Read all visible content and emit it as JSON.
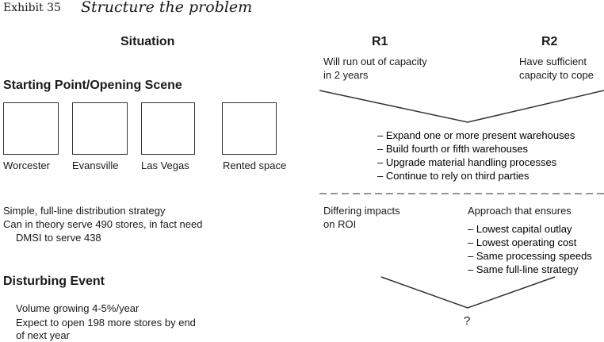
{
  "header": {
    "exhibit_label": "Exhibit 35",
    "title": "Structure the problem"
  },
  "situation": {
    "heading": "Situation",
    "starting_point_heading": "Starting Point/Opening Scene",
    "warehouses": [
      "Worcester",
      "Evansville",
      "Las Vegas",
      "Rented space"
    ],
    "strategy_lines": [
      "Simple, full-line distribution strategy",
      "Can in theory serve 490 stores, in fact need",
      "DMSI to serve 438"
    ],
    "disturbing_event_heading": "Disturbing Event",
    "event_lines": [
      "Volume growing 4-5%/year",
      "Expect to open 198 more stores by end",
      "of next year"
    ]
  },
  "resolutions": {
    "r1": {
      "label": "R1",
      "lines": [
        "Will run out of capacity",
        "in 2 years"
      ]
    },
    "r2": {
      "label": "R2",
      "lines": [
        "Have sufficient",
        "capacity to cope"
      ]
    }
  },
  "options": [
    "Expand one or more present warehouses",
    "Build fourth or fifth warehouses",
    "Upgrade material handling processes",
    "Continue to rely on third parties"
  ],
  "impacts": {
    "left_lines": [
      "Differing impacts",
      "on ROI"
    ],
    "right_heading": "Approach that ensures",
    "criteria": [
      "Lowest capital outlay",
      "Lowest operating cost",
      "Same processing speeds",
      "Same full-line strategy"
    ]
  },
  "question_mark": "?"
}
